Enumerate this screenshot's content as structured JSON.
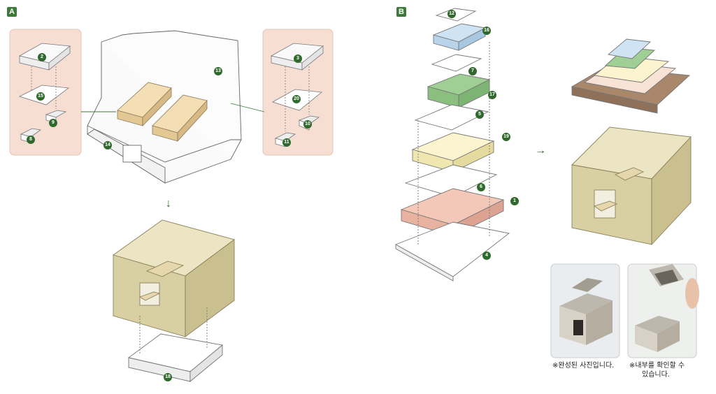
{
  "sections": {
    "a": "A",
    "b": "B"
  },
  "parts": {
    "p1": "1",
    "p2": "2",
    "p3": "3",
    "p4": "4",
    "p5": "5",
    "p6": "6",
    "p7": "7",
    "p8": "8",
    "p9": "9",
    "p10": "10",
    "p11": "11",
    "p12": "12",
    "p13": "13",
    "p14": "14",
    "p15": "15",
    "p16": "16",
    "p17": "17",
    "p18": "18",
    "p19": "19",
    "p20": "20"
  },
  "captions": {
    "photo1": "※완성된 사진입니다.",
    "photo2_line1": "※내부를 확인할 수",
    "photo2_line2": "있습니다."
  },
  "arrows": {
    "down": "↓",
    "right": "→"
  },
  "colors": {
    "accent_green": "#3d7a3a",
    "wood": "#d8cfa2",
    "wood_dark": "#b8ad80",
    "panel_bg": "#f6ded3",
    "roof_brown": "#a8876a",
    "blue": "#cfe3f2",
    "green": "#9fcf95",
    "cream": "#fbf4cf",
    "pink": "#f4c8b8"
  },
  "icons": [
    "down-arrow-icon",
    "right-arrow-icon",
    "part-number-badge"
  ]
}
